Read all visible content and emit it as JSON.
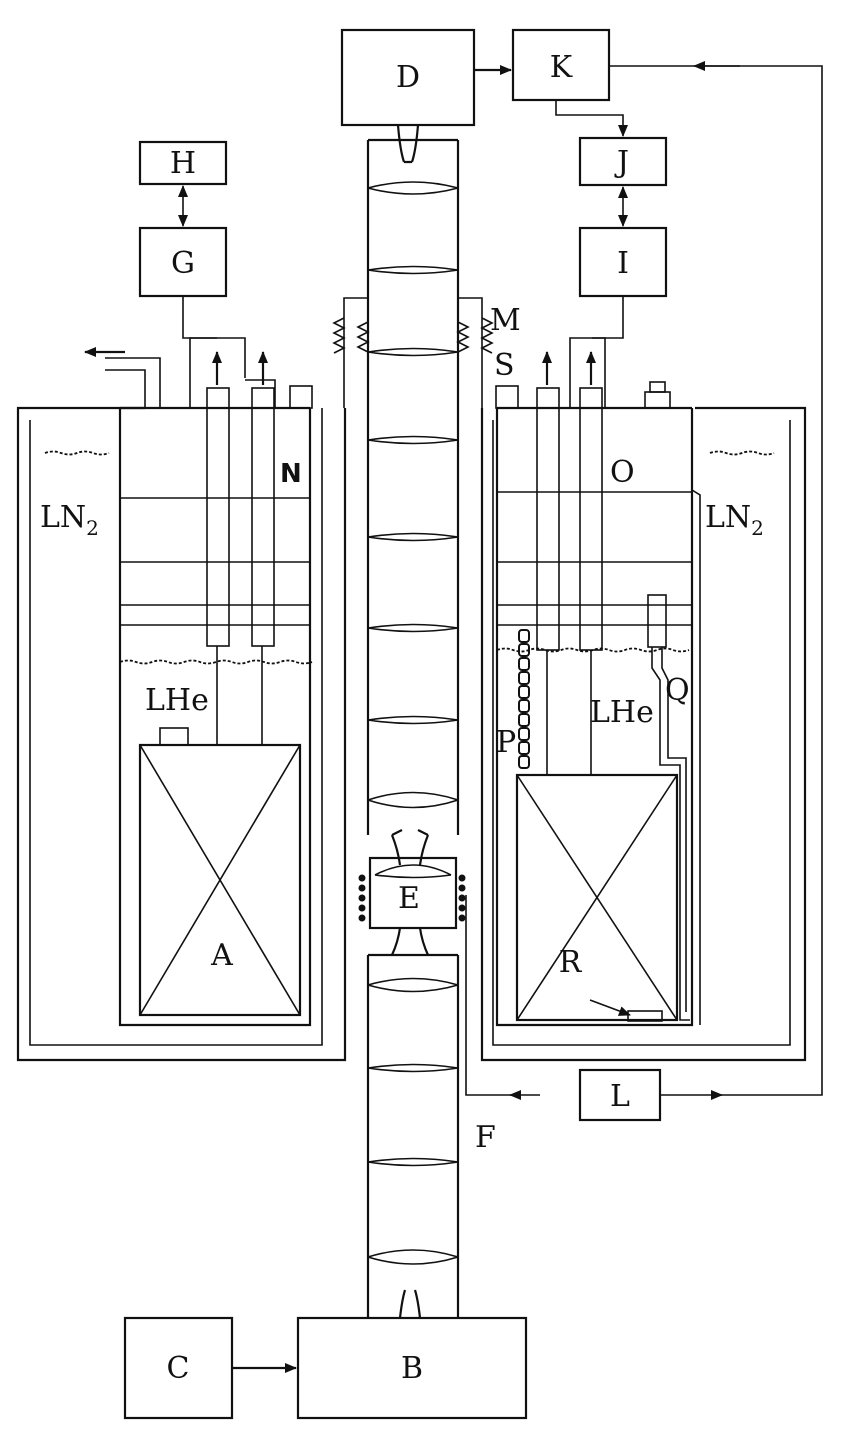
{
  "labels": {
    "A": "A",
    "B": "B",
    "C": "C",
    "D": "D",
    "E": "E",
    "F": "F",
    "G": "G",
    "H": "H",
    "I": "I",
    "J": "J",
    "K": "K",
    "L": "L",
    "M": "M",
    "N": "N",
    "O": "O",
    "P": "P",
    "Q": "Q",
    "R": "R",
    "S": "S",
    "ln2_left": "LN",
    "ln2_right": "LN",
    "ln2_sub": "2",
    "lhe_left": "LHe",
    "lhe_right": "LHe"
  }
}
